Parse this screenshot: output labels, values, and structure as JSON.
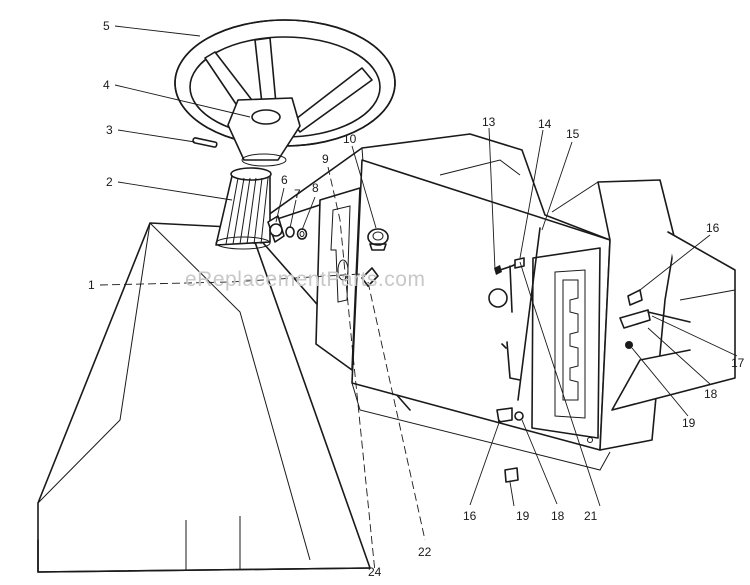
{
  "watermark": "eReplacementParts.com",
  "callouts": [
    {
      "id": "1",
      "text": "1"
    },
    {
      "id": "2",
      "text": "2"
    },
    {
      "id": "3",
      "text": "3"
    },
    {
      "id": "4",
      "text": "4"
    },
    {
      "id": "5",
      "text": "5"
    },
    {
      "id": "6",
      "text": "6"
    },
    {
      "id": "7",
      "text": "7"
    },
    {
      "id": "8",
      "text": "8"
    },
    {
      "id": "9",
      "text": "9"
    },
    {
      "id": "10",
      "text": "10"
    },
    {
      "id": "13",
      "text": "13"
    },
    {
      "id": "14",
      "text": "14"
    },
    {
      "id": "15",
      "text": "15"
    },
    {
      "id": "16a",
      "text": "16"
    },
    {
      "id": "17",
      "text": "17"
    },
    {
      "id": "18a",
      "text": "18"
    },
    {
      "id": "19a",
      "text": "19"
    },
    {
      "id": "16b",
      "text": "16"
    },
    {
      "id": "19b",
      "text": "19"
    },
    {
      "id": "18b",
      "text": "18"
    },
    {
      "id": "21",
      "text": "21"
    },
    {
      "id": "22",
      "text": "22"
    },
    {
      "id": "24",
      "text": "24"
    }
  ]
}
